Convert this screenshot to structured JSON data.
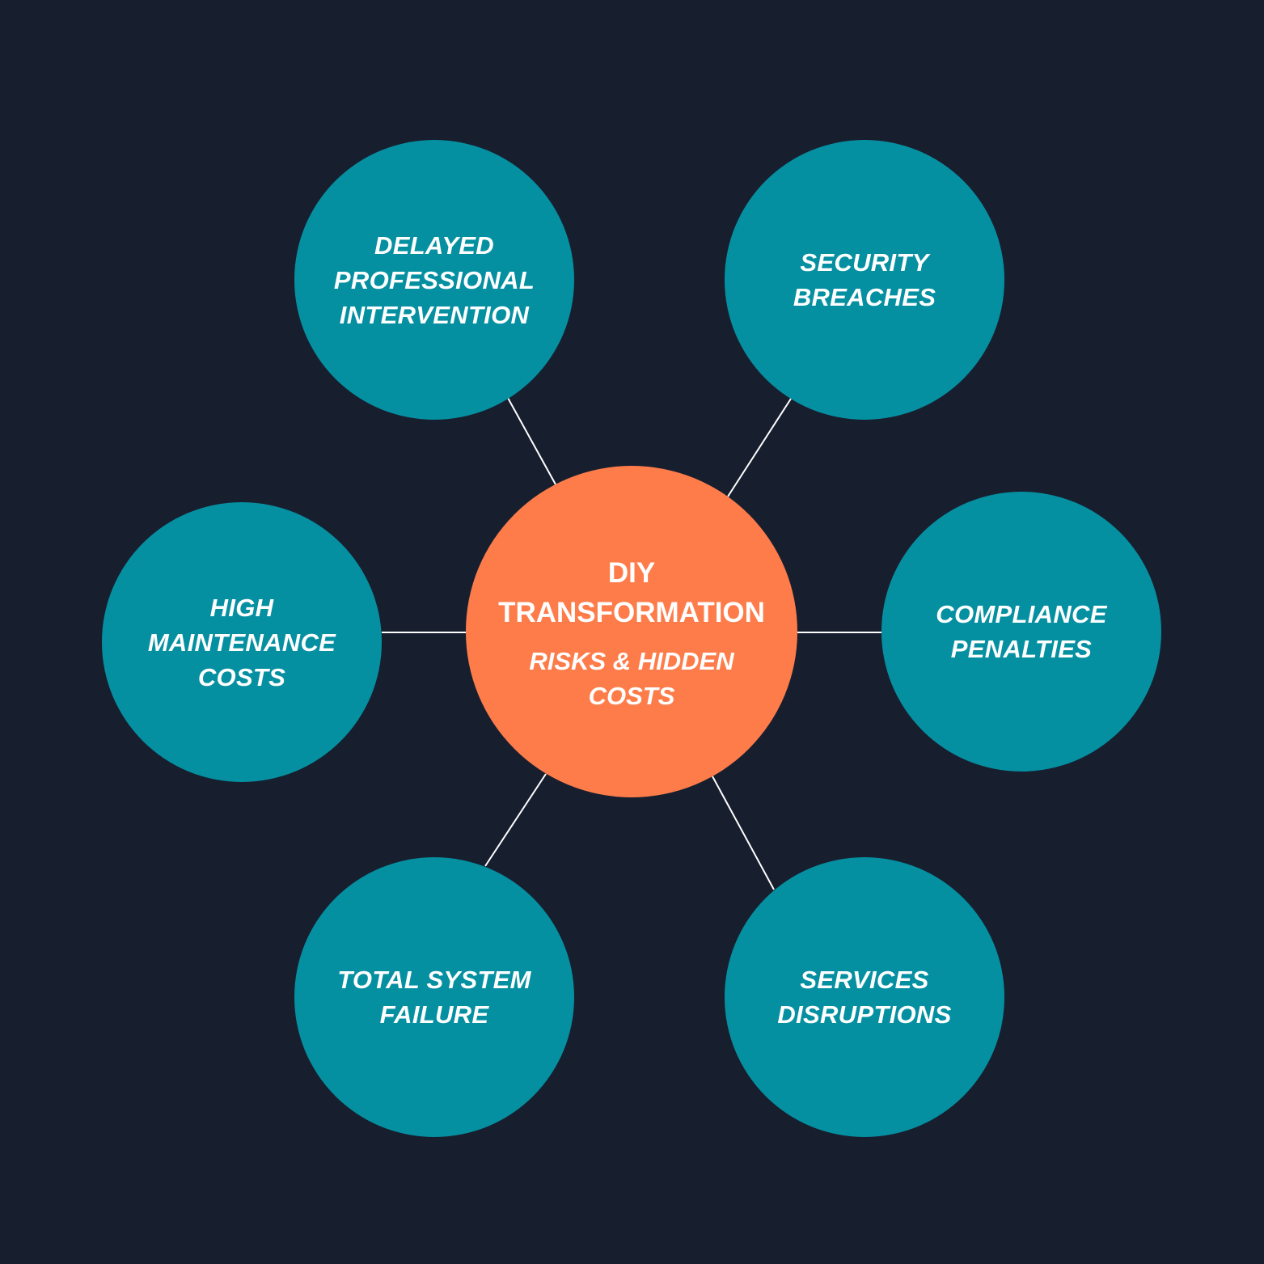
{
  "center": {
    "title": "DIY\nTRANSFORMATION",
    "subtitle": "RISKS & HIDDEN\nCOSTS"
  },
  "nodes": [
    {
      "id": "delayed-professional-intervention",
      "label": "DELAYED\nPROFESSIONAL\nINTERVENTION"
    },
    {
      "id": "security-breaches",
      "label": "SECURITY\nBREACHES"
    },
    {
      "id": "high-maintenance-costs",
      "label": "HIGH\nMAINTENANCE\nCOSTS"
    },
    {
      "id": "compliance-penalties",
      "label": "COMPLIANCE\nPENALTIES"
    },
    {
      "id": "total-system-failure",
      "label": "TOTAL SYSTEM\nFAILURE"
    },
    {
      "id": "services-disruptions",
      "label": "SERVICES\nDISRUPTIONS"
    }
  ],
  "colors": {
    "background": "#171f2f",
    "outer_node": "#0590a2",
    "center_node": "#fe7c4a",
    "text": "#ffffff",
    "connector": "#ffffff"
  }
}
